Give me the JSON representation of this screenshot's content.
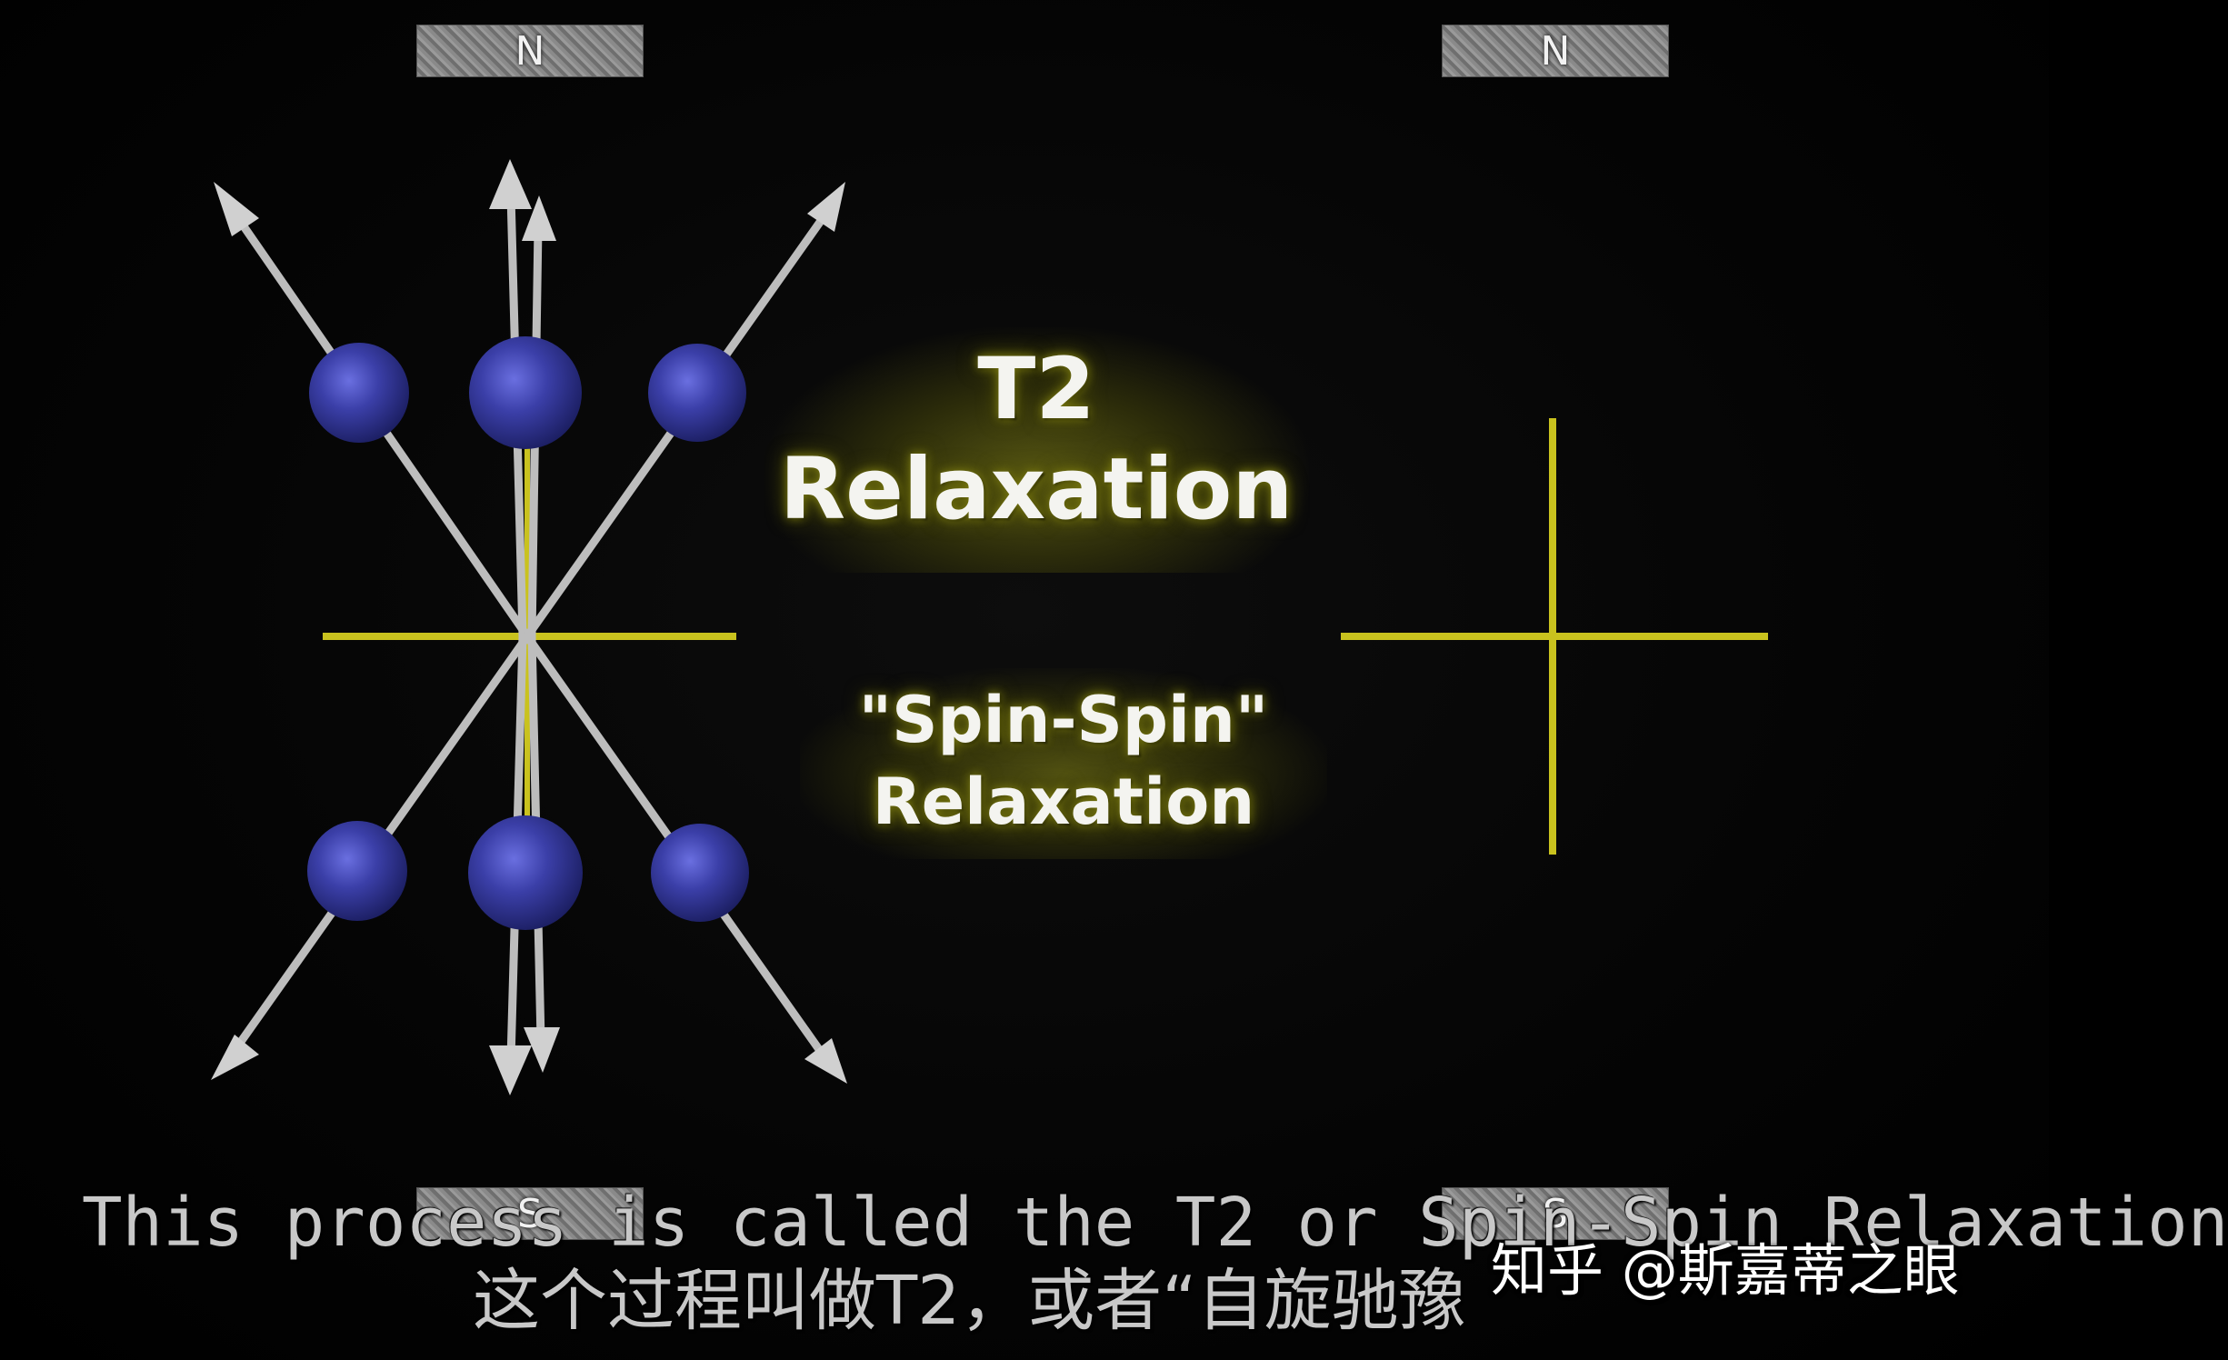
{
  "magnets": {
    "north_label": "N",
    "south_label": "S"
  },
  "title": {
    "line1": "T2",
    "line2": "Relaxation"
  },
  "subtitle": {
    "line1": "\"Spin-Spin\"",
    "line2": "Relaxation"
  },
  "captions": {
    "english": "This process is called the T2 or Spin-Spin Relaxation",
    "chinese": "这个过程叫做T2，或者“自旋驰豫"
  },
  "watermark": "知乎 @斯嘉蒂之眼",
  "colors": {
    "background": "#000000",
    "spin_ball": "#3b3fa8",
    "arrow": "#bdbdbd",
    "axis": "#c9c21e",
    "glow": "#6e6e14"
  },
  "icons": {
    "spin": "blue-sphere-with-arrow"
  }
}
